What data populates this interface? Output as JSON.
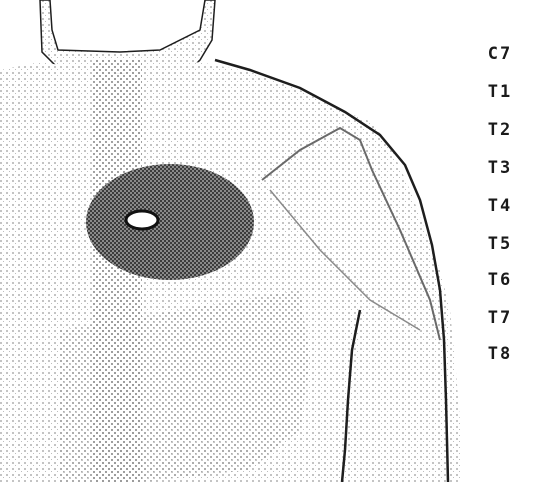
{
  "colors": {
    "stipple": "#9a9a9a",
    "stipple_light": "#c4c4c4",
    "marker_zone": "#3c3c3c",
    "outline": "#1e1e1e",
    "label": "#1a1a1a",
    "background": "#ffffff"
  },
  "figure": {
    "depicts": "back-shoulder-dermatomes",
    "levels": [
      {
        "label": "C7"
      },
      {
        "label": "T1"
      },
      {
        "label": "T2"
      },
      {
        "label": "T3"
      },
      {
        "label": "T4"
      },
      {
        "label": "T5"
      },
      {
        "label": "T6"
      },
      {
        "label": "T7"
      },
      {
        "label": "T8"
      }
    ],
    "pain_zone_icon": "dark-stippled-oval",
    "center_marker_icon": "white-ellipse"
  }
}
